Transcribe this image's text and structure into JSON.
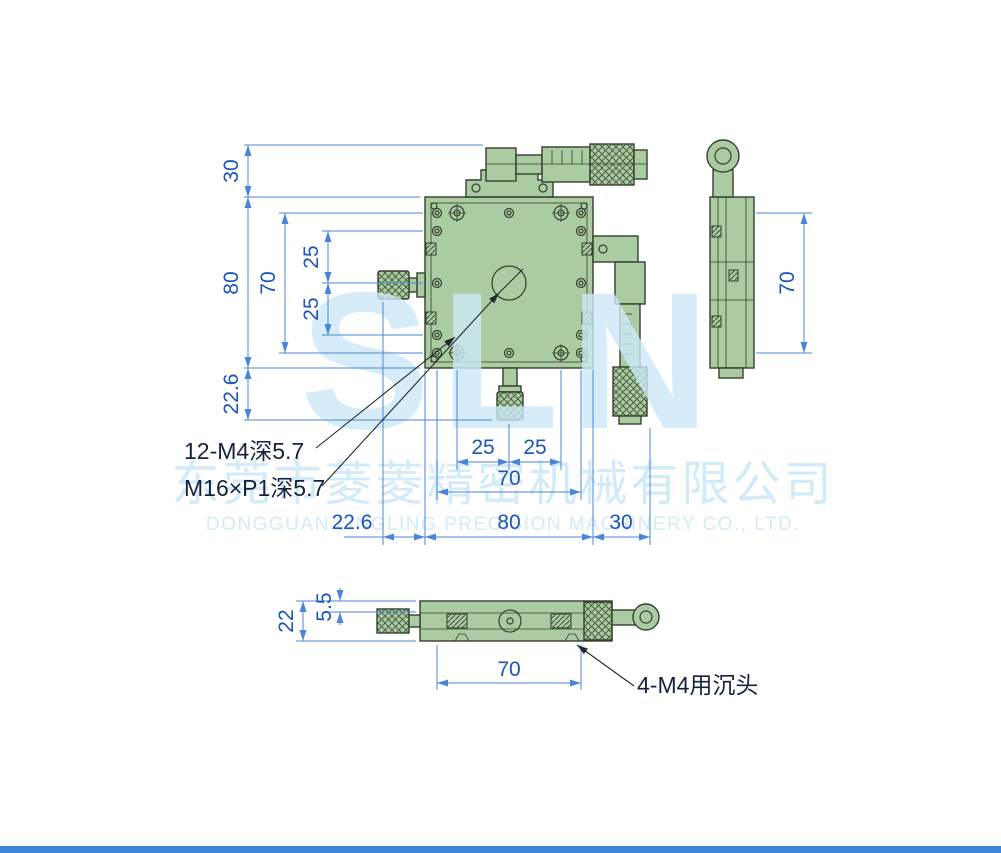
{
  "drawing": {
    "title": "XY precision stage technical drawing",
    "colors": {
      "dimension_line": "#4a86d8",
      "dimension_text": "#1c55b8",
      "part_fill": "#abcba2",
      "part_outline": "#32402c",
      "watermark": "#cde9f8",
      "label_text": "#15213f",
      "footer_bar": "#3e85d6"
    },
    "watermark": {
      "logo": "SLN",
      "company_cn": "东莞市菱菱精密机械有限公司",
      "company_en": "DONGGUAN LINGLING PRECISION MACHINERY CO., LTD."
    },
    "plan_view": {
      "left_dims": {
        "d30": "30",
        "d80": "80",
        "d70": "70",
        "d25a": "25",
        "d25b": "25",
        "d226": "22.6"
      },
      "bottom_dims": {
        "d25a": "25",
        "d25b": "25",
        "d70": "70",
        "d226": "22.6",
        "d80": "80",
        "d30": "30"
      },
      "labels": {
        "holes": "12-M4深5.7",
        "center_thread": "M16×P1深5.7"
      }
    },
    "side_view": {
      "dims": {
        "d70": "70"
      }
    },
    "front_view": {
      "dims": {
        "d22": "22",
        "d55": "5.5",
        "d70": "70"
      },
      "labels": {
        "countersunk": "4-M4用沉头"
      }
    }
  }
}
